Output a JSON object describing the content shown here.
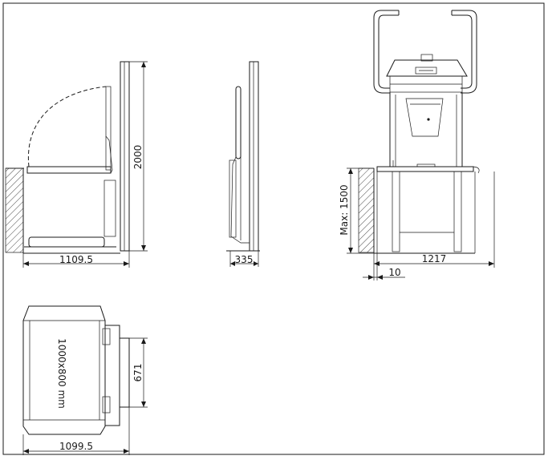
{
  "side_view": {
    "width_label": "1109.5",
    "height_label": "2000"
  },
  "profile_view": {
    "depth_label": "335"
  },
  "front_view": {
    "max_height_label": "Max: 1500",
    "width_label": "1217",
    "offset_label": "10"
  },
  "top_view": {
    "platform_label": "1000x800  mm",
    "width_label": "1099.5",
    "depth_label": "671"
  }
}
